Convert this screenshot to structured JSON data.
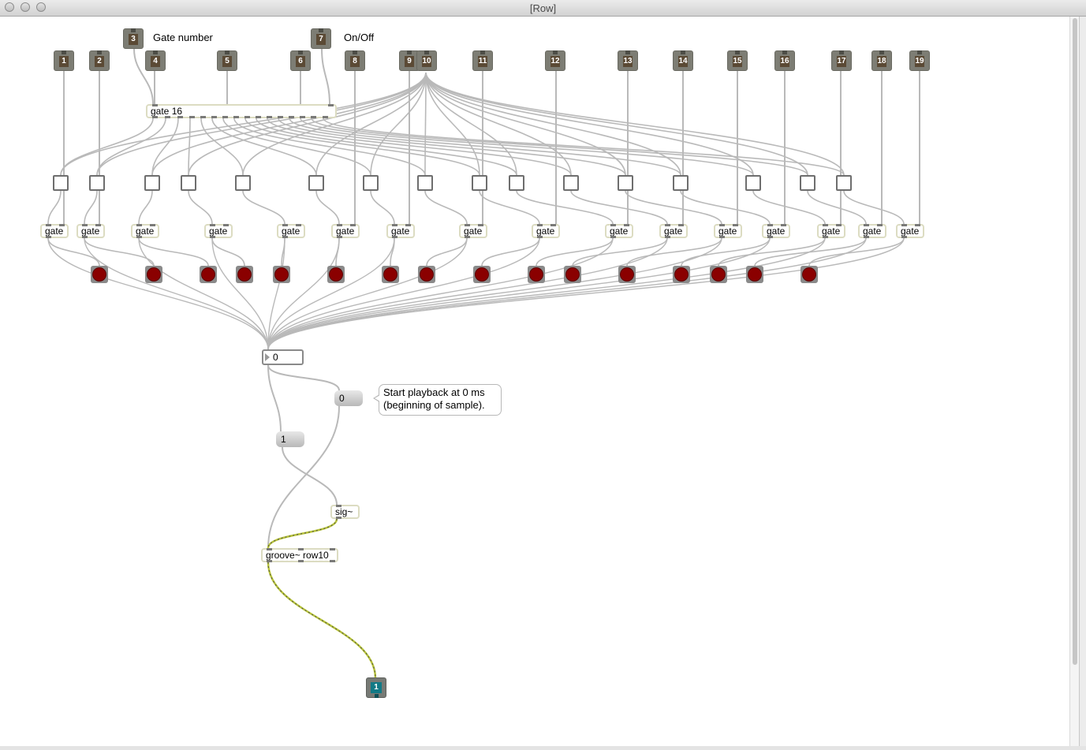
{
  "window": {
    "title": "[Row]"
  },
  "labels": {
    "gate_number": "Gate number",
    "on_off": "On/Off"
  },
  "inlets": [
    {
      "number": "1"
    },
    {
      "number": "2"
    },
    {
      "number": "3"
    },
    {
      "number": "4"
    },
    {
      "number": "5"
    },
    {
      "number": "6"
    },
    {
      "number": "7"
    },
    {
      "number": "8"
    },
    {
      "number": "9"
    },
    {
      "number": "10"
    },
    {
      "number": "11"
    },
    {
      "number": "12"
    },
    {
      "number": "13"
    },
    {
      "number": "14"
    },
    {
      "number": "15"
    },
    {
      "number": "16"
    },
    {
      "number": "17"
    },
    {
      "number": "18"
    },
    {
      "number": "19"
    }
  ],
  "objects": {
    "gate16": "gate 16",
    "gate": "gate",
    "sig": "sig~",
    "groove": "groove~ row10"
  },
  "number_box": {
    "value": "0"
  },
  "messages": {
    "zero": "0",
    "one": "1"
  },
  "comment": {
    "line1": "Start playback at 0 ms",
    "line2": "(beginning of sample)."
  },
  "outlet": {
    "number": "1"
  },
  "colors": {
    "cord": "#b9b9b9",
    "led": "#8a0000",
    "signal_cord": "#b8c43a",
    "outlet": "#127a86"
  }
}
